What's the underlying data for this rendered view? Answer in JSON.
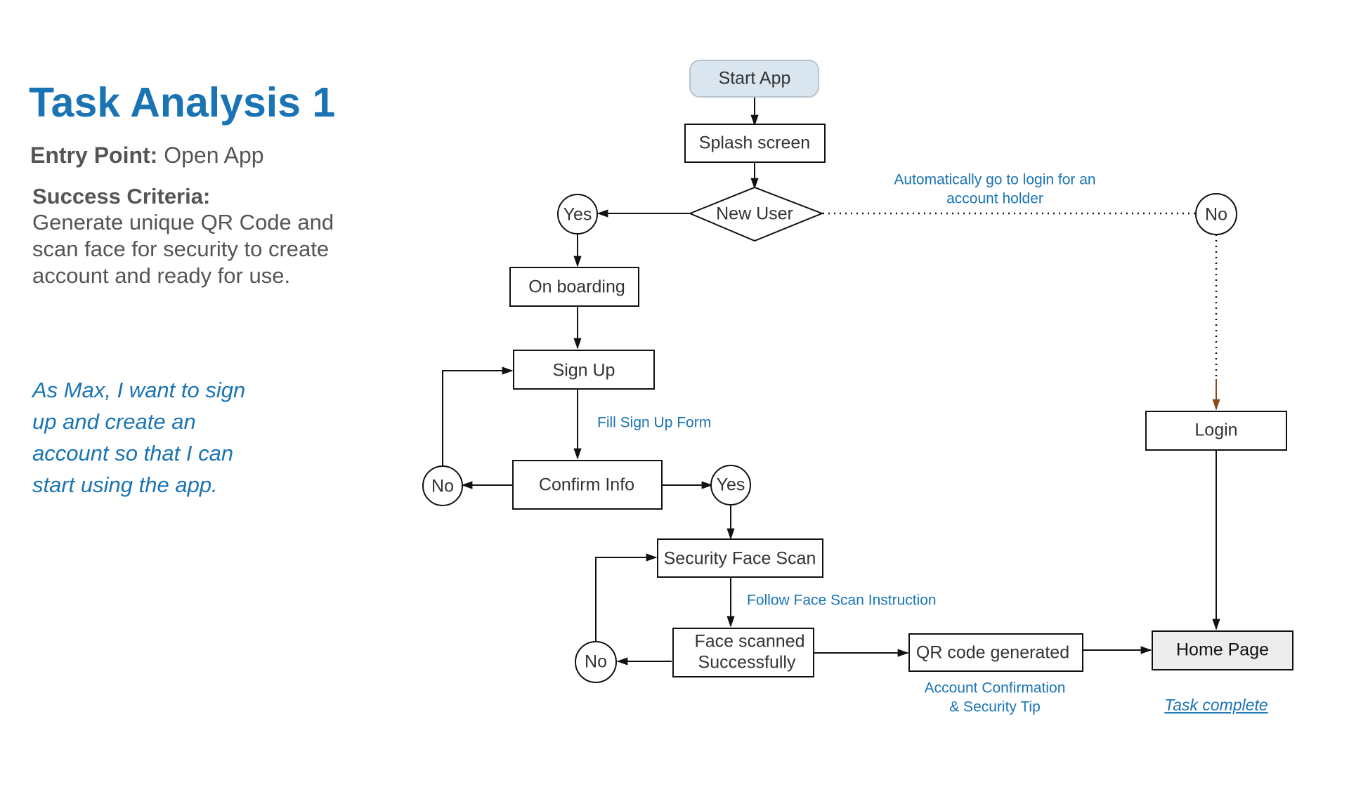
{
  "title": "Task Analysis 1",
  "entry_point": {
    "label": "Entry Point:",
    "value": "Open App"
  },
  "success_criteria": {
    "label": "Success Criteria:",
    "text": "Generate unique QR Code and scan face for security to create account and ready for use."
  },
  "user_story": "As Max, I want to sign up and create an account so that I can start using the app.",
  "flow": {
    "nodes": {
      "start_app": "Start App",
      "splash_screen": "Splash screen",
      "new_user": "New User",
      "yes_new_user": "Yes",
      "no_new_user": "No",
      "on_boarding": "On boarding",
      "sign_up": "Sign Up",
      "confirm_info": "Confirm Info",
      "no_confirm": "No",
      "yes_confirm": "Yes",
      "security_face_scan": "Security Face Scan",
      "face_scanned_line1": "Face scanned",
      "face_scanned_line2": "Successfully",
      "no_face": "No",
      "qr_code_generated": "QR code generated",
      "login": "Login",
      "home_page": "Home Page"
    },
    "annotations": {
      "auto_login_line1": "Automatically go to login for an",
      "auto_login_line2": "account holder",
      "fill_sign_up_form": "Fill Sign Up Form",
      "follow_face_scan": "Follow Face Scan Instruction",
      "account_confirmation_line1": "Account Confirmation",
      "account_confirmation_line2": "& Security Tip",
      "task_complete": "Task complete"
    },
    "colors": {
      "start_fill": "#d9e6f0",
      "home_fill": "#ececec",
      "annotation": "#1a74b4",
      "login_arrow": "#8b4a1a"
    }
  }
}
